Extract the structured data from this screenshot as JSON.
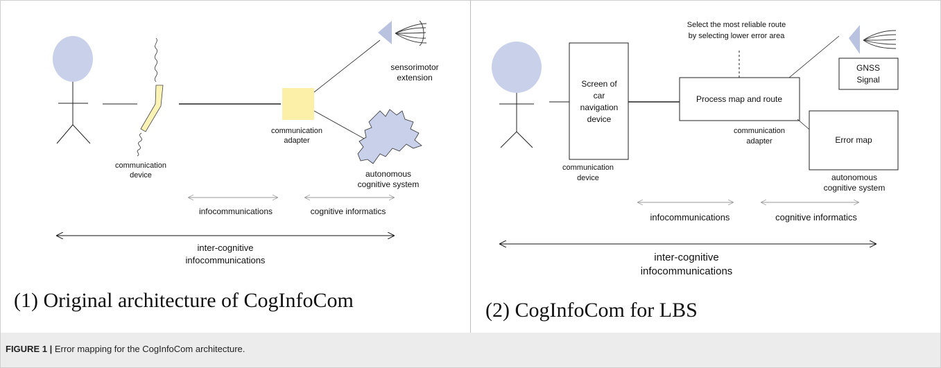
{
  "panel_left": {
    "communication_device": [
      "communication",
      "device"
    ],
    "communication_adapter": [
      "communication",
      "adapter"
    ],
    "sensorimotor_extension": [
      "sensorimotor",
      "extension"
    ],
    "autonomous_cognitive_system": [
      "autonomous",
      "cognitive system"
    ],
    "infocommunications": "infocommunications",
    "cognitive_informatics": "cognitive informatics",
    "inter_cognitive": [
      "inter-cognitive",
      "infocommunications"
    ],
    "title": "(1) Original architecture of CogInfoCom"
  },
  "panel_right": {
    "screen_box": [
      "Screen of",
      "car",
      "navigation",
      "device"
    ],
    "process_box": "Process map and route",
    "gnss_box": [
      "GNSS",
      "Signal"
    ],
    "error_box": "Error map",
    "select_note": [
      "Select the most reliable route",
      "by selecting lower error area"
    ],
    "communication_device": [
      "communication",
      "device"
    ],
    "communication_adapter": [
      "communication",
      "adapter"
    ],
    "autonomous_cognitive_system": [
      "autonomous",
      "cognitive system"
    ],
    "infocommunications": "infocommunications",
    "cognitive_informatics": "cognitive informatics",
    "inter_cognitive": [
      "inter-cognitive",
      "infocommunications"
    ],
    "title": "(2) CogInfoCom for LBS"
  },
  "caption": {
    "label": "FIGURE 1 |",
    "text": " Error mapping for the CogInfoCom architecture."
  },
  "colors": {
    "head_fill": "#c8d0ea",
    "device_fill": "#fbf3b6",
    "adapter_fill": "#fcf0a8",
    "cloud_fill": "#c8d0ea",
    "sensor_fill": "#b9c2de",
    "light_arrow": "#9a9a9a"
  }
}
